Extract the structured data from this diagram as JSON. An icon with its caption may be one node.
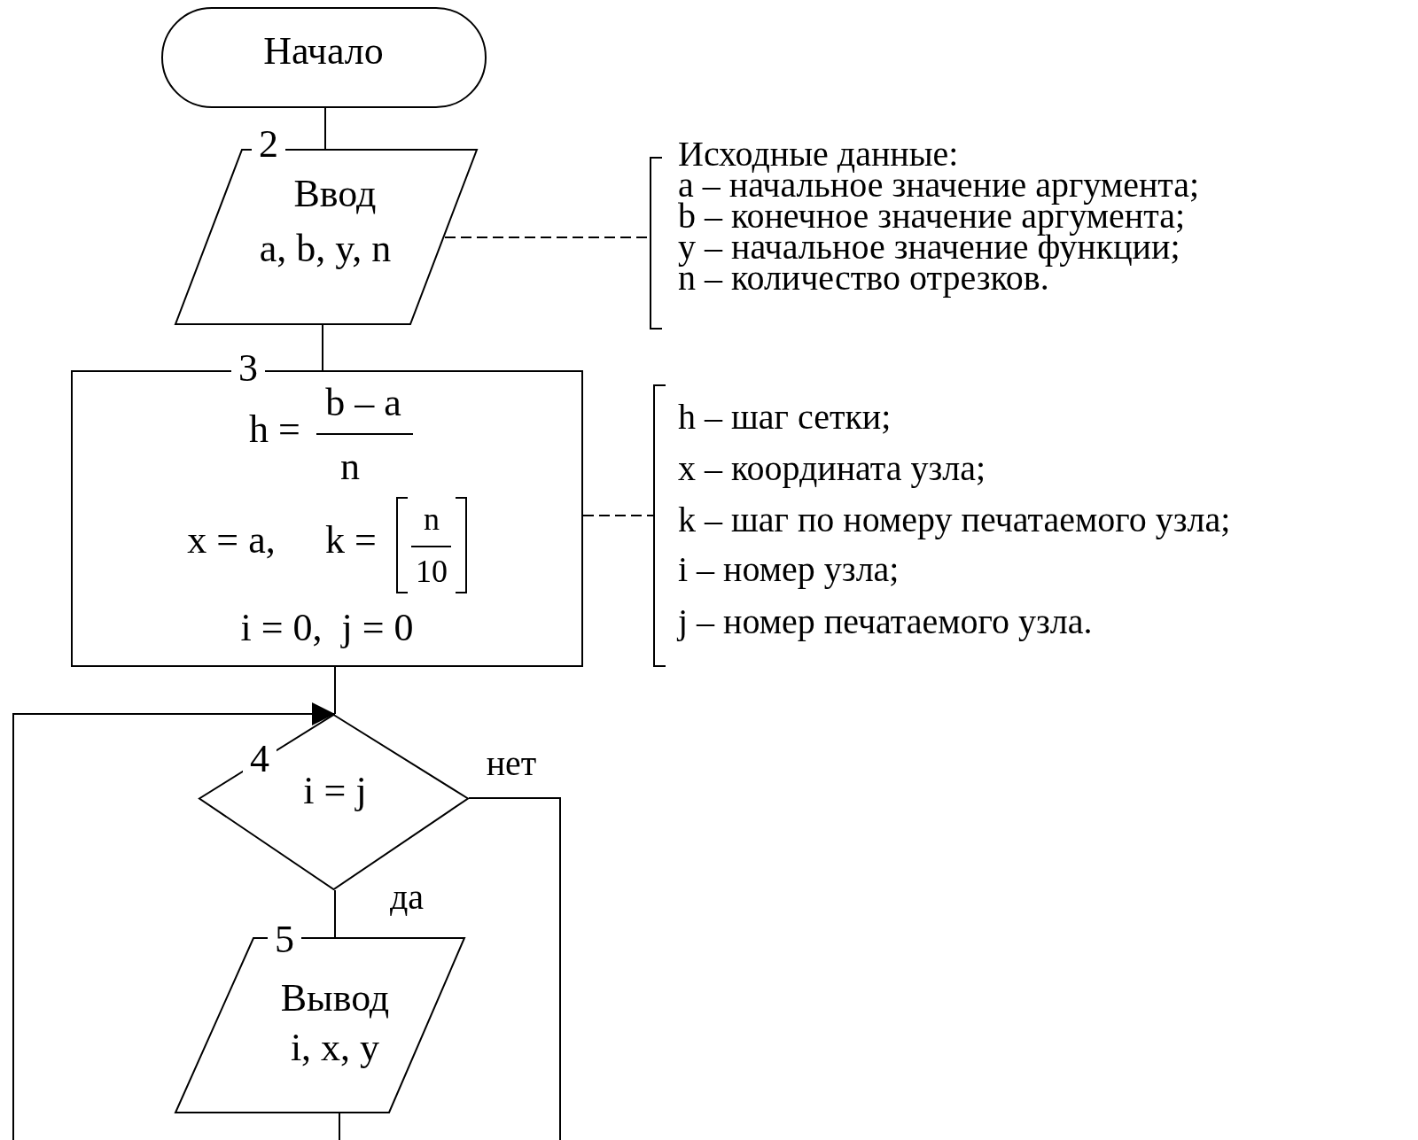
{
  "diagram": {
    "nodes": [
      {
        "text": [
          "Начало"
        ]
      },
      {
        "text": [
          "2",
          "Ввод",
          "a, b, y, n"
        ]
      },
      {
        "text": [
          "Исходные данные:",
          "a – начальное значение аргумента;",
          "b – конечное значение аргумента;",
          "y – начальное значение функции;",
          "n – количество отрезков."
        ]
      },
      {
        "text": [
          "3",
          "h =",
          "b – a",
          "n",
          "x = a,",
          "k =",
          "n",
          "10",
          "i = 0,  j = 0"
        ]
      },
      {
        "text": [
          "h – шаг сетки;",
          "x – координата узла;",
          "k – шаг по номеру печатаемого узла;",
          "i – номер узла;",
          "j – номер печатаемого узла."
        ]
      },
      {
        "text": [
          "4",
          "i = j"
        ]
      },
      {
        "text": [
          "5",
          "Вывод",
          "i, x, y"
        ]
      }
    ],
    "edges": [
      {
        "from": 0,
        "to": 1,
        "arrow": "none"
      },
      {
        "from": 1,
        "to": 2,
        "arrow": "none",
        "style": "dashed"
      },
      {
        "from": 1,
        "to": 3,
        "arrow": "none"
      },
      {
        "from": 3,
        "to": 4,
        "arrow": "none",
        "style": "dashed"
      },
      {
        "from": 3,
        "to": 5,
        "arrow": "none"
      },
      {
        "from": null,
        "to": 5,
        "arrow": "to"
      },
      {
        "from": 5,
        "to": null,
        "arrow": "none",
        "label": "нет"
      },
      {
        "from": 5,
        "to": 6,
        "arrow": "none",
        "label": "да"
      },
      {
        "from": 6,
        "to": null,
        "arrow": "none"
      }
    ]
  }
}
